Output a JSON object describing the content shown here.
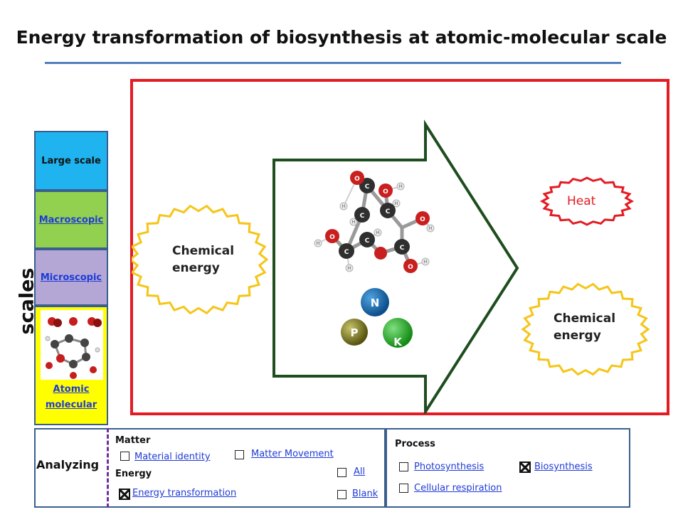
{
  "title": "Energy transformation of biosynthesis at atomic-molecular scale",
  "scales": {
    "label": "scales",
    "items": [
      {
        "label": "Large scale"
      },
      {
        "label": "Macroscopic"
      },
      {
        "label": "Microscopic"
      },
      {
        "label": "Atomic molecular"
      }
    ]
  },
  "diagram": {
    "input_energy": [
      "Chemical",
      "energy"
    ],
    "output_heat": "Heat",
    "output_energy": [
      "Chemical",
      "energy"
    ],
    "nutrients": [
      "N",
      "P",
      "K"
    ],
    "atom_labels": {
      "carbon": "C",
      "oxygen": "O",
      "hydrogen": "H"
    }
  },
  "analyzing": {
    "label": "Analyzing",
    "matter_label": "Matter",
    "energy_label": "Energy",
    "options": [
      {
        "label": "Material identity",
        "checked": false
      },
      {
        "label": "Matter Movement",
        "checked": false
      },
      {
        "label": "All",
        "checked": false
      },
      {
        "label": "Energy transformation",
        "checked": true
      },
      {
        "label": "Blank",
        "checked": false
      }
    ]
  },
  "process": {
    "label": "Process",
    "options": [
      {
        "label": "Photosynthesis",
        "checked": false
      },
      {
        "label": "Biosynthesis",
        "checked": true
      },
      {
        "label": "Cellular respiration",
        "checked": false
      }
    ]
  },
  "colors": {
    "frame": "#e41b23",
    "arrow": "#1e4d1e",
    "burst_yellow": "#f5c518",
    "burst_red": "#e41b23",
    "link": "#1f3bd6"
  }
}
